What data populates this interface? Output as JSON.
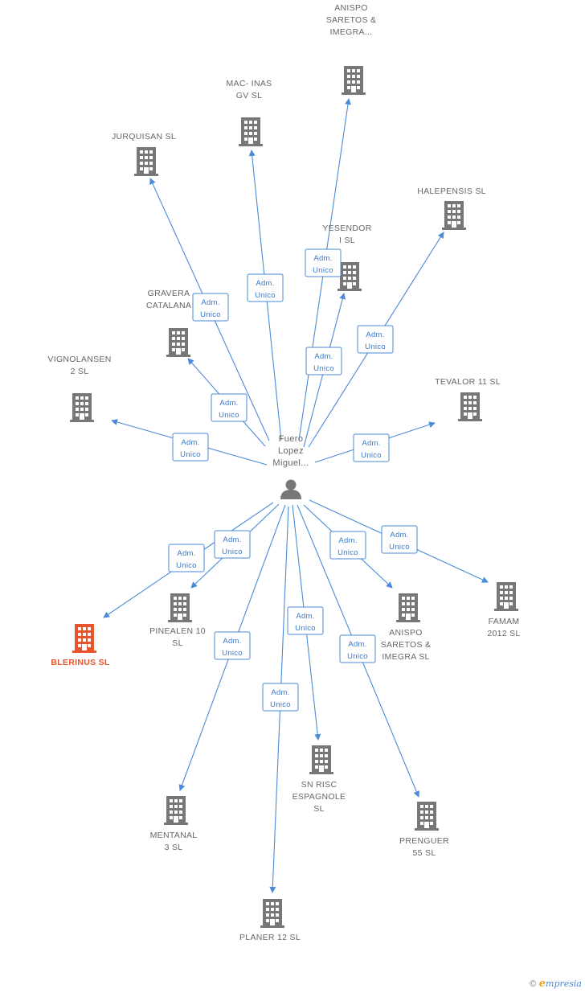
{
  "colors": {
    "edge": "#4a8ad8",
    "building": "#777777",
    "building_highlight": "#e8542b",
    "label": "#666666"
  },
  "person": {
    "name_lines": [
      "Fuero",
      "Lopez",
      "Miguel..."
    ],
    "icon": "person-icon"
  },
  "edge_label": [
    "Adm.",
    "Unico"
  ],
  "companies": [
    {
      "id": "anispo-top",
      "lines": [
        "ANISPO",
        "SARETOS &",
        "IMEGRA..."
      ],
      "icon": "building-icon",
      "highlight": false
    },
    {
      "id": "macinas",
      "lines": [
        "MAC- INAS",
        "GV SL"
      ],
      "icon": "building-icon",
      "highlight": false
    },
    {
      "id": "jurquisan",
      "lines": [
        "JURQUISAN  SL"
      ],
      "icon": "building-icon",
      "highlight": false
    },
    {
      "id": "halepensis",
      "lines": [
        "HALEPENSIS SL"
      ],
      "icon": "building-icon",
      "highlight": false
    },
    {
      "id": "yesendor",
      "lines": [
        "YESENDOR",
        "I SL"
      ],
      "icon": "building-icon",
      "highlight": false
    },
    {
      "id": "gravera",
      "lines": [
        "GRAVERA",
        "CATALANA"
      ],
      "icon": "building-icon",
      "highlight": false
    },
    {
      "id": "vignolansen",
      "lines": [
        "VIGNOLANSEN",
        "2 SL"
      ],
      "icon": "building-icon",
      "highlight": false
    },
    {
      "id": "tevalor",
      "lines": [
        "TEVALOR 11 SL"
      ],
      "icon": "building-icon",
      "highlight": false
    },
    {
      "id": "blerinus",
      "lines": [
        "BLERINUS  SL"
      ],
      "icon": "building-icon",
      "highlight": true
    },
    {
      "id": "pinealen",
      "lines": [
        "PINEALEN 10",
        "SL"
      ],
      "icon": "building-icon",
      "highlight": false
    },
    {
      "id": "anispo-bottom",
      "lines": [
        "ANISPO",
        "SARETOS &",
        "IMEGRA SL"
      ],
      "icon": "building-icon",
      "highlight": false
    },
    {
      "id": "famam",
      "lines": [
        "FAMAM",
        "2012 SL"
      ],
      "icon": "building-icon",
      "highlight": false
    },
    {
      "id": "snrisc",
      "lines": [
        "SN RISC",
        "ESPAGNOLE",
        "SL"
      ],
      "icon": "building-icon",
      "highlight": false
    },
    {
      "id": "mentanal",
      "lines": [
        "MENTANAL",
        "3 SL"
      ],
      "icon": "building-icon",
      "highlight": false
    },
    {
      "id": "prenguer",
      "lines": [
        "PRENGUER",
        "55 SL"
      ],
      "icon": "building-icon",
      "highlight": false
    },
    {
      "id": "planer",
      "lines": [
        "PLANER 12 SL"
      ],
      "icon": "building-icon",
      "highlight": false
    }
  ],
  "footer": {
    "copyright": "©",
    "brand_initial": "e",
    "brand_rest": "mpresia"
  }
}
